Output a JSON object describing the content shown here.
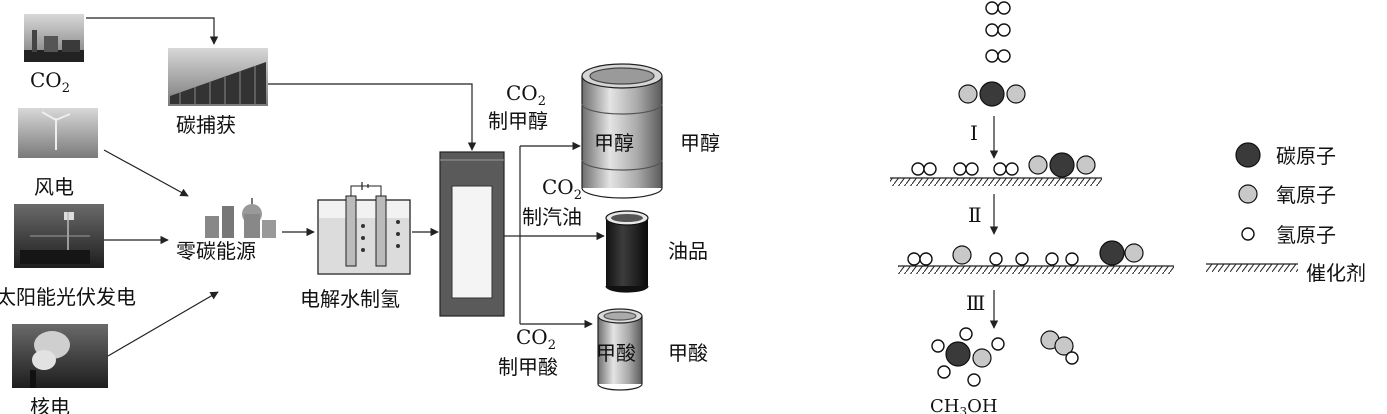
{
  "flow": {
    "co2": "CO",
    "co2_sub": "2",
    "carbon_capture": "碳捕获",
    "wind_power": "风电",
    "solar_power": "太阳能光伏发电",
    "nuclear_power": "核电",
    "zero_carbon_source": "零碳能源",
    "electrolysis": "电解水制氢",
    "route_methanol_line1": "CO",
    "route_methanol_sub": "2",
    "route_methanol_line2": "制甲醇",
    "route_gasoline_line1": "CO",
    "route_gasoline_sub": "2",
    "route_gasoline_line2": "制汽油",
    "route_formic_line1": "CO",
    "route_formic_sub": "2",
    "route_formic_line2": "制甲酸",
    "tank_methanol_label": "甲醇",
    "product_methanol": "甲醇",
    "product_oil": "油品",
    "tank_formic_label": "甲酸",
    "product_formic": "甲酸"
  },
  "mechanism": {
    "step1": "Ⅰ",
    "step2": "Ⅱ",
    "step3": "Ⅲ",
    "product_formula": "CH",
    "product_sub": "3",
    "product_tail": "OH"
  },
  "legend": {
    "carbon_atom": "碳原子",
    "oxygen_atom": "氧原子",
    "hydrogen_atom": "氢原子",
    "catalyst": "催化剂"
  },
  "colors": {
    "carbon": "#3a3a3a",
    "oxygen": "#c8c8c8",
    "hydrogen": "#ffffff",
    "line": "#222222"
  }
}
